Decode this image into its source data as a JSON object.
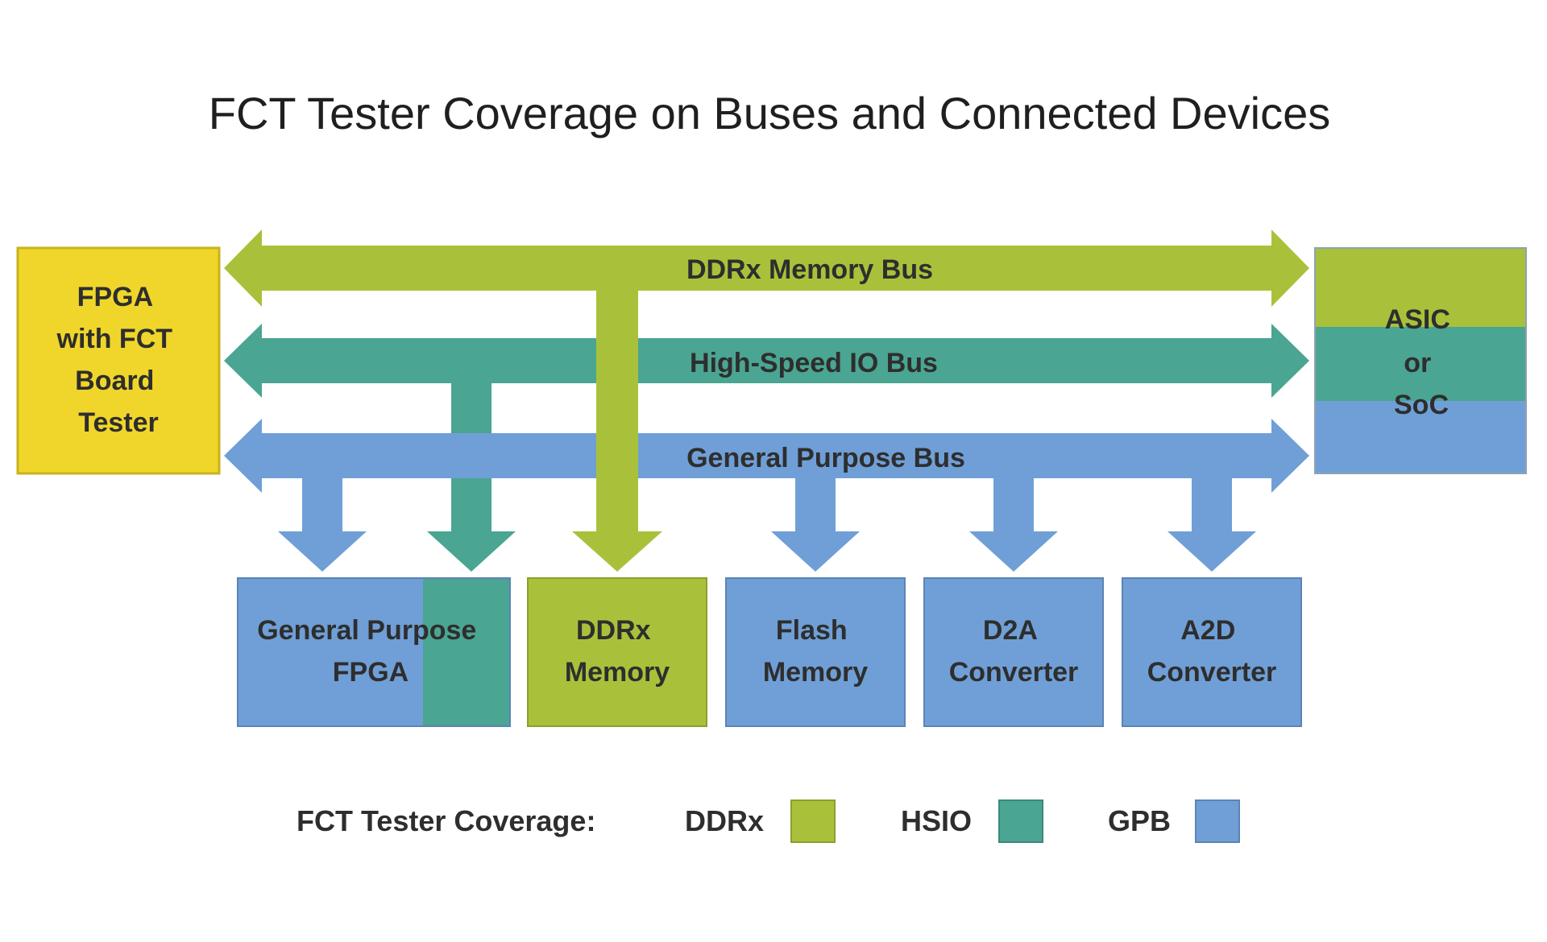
{
  "title": "FCT Tester Coverage on Buses and Connected Devices",
  "colors": {
    "fpga_tester": "#f0d62a",
    "ddrx": "#a9c13a",
    "hsio": "#4aa592",
    "gpb": "#6f9fd6"
  },
  "blocks": {
    "fpga_tester": [
      "FPGA",
      "with FCT",
      "Board",
      "Tester"
    ],
    "asic": [
      "ASIC",
      "or",
      "SoC"
    ]
  },
  "buses": {
    "ddrx": "DDRx Memory Bus",
    "hsio": "High-Speed IO Bus",
    "gpb": "General Purpose Bus"
  },
  "devices": {
    "gp_fpga": [
      "General Purpose",
      "FPGA"
    ],
    "ddrx_memory": [
      "DDRx",
      "Memory"
    ],
    "flash_memory": [
      "Flash",
      "Memory"
    ],
    "d2a": [
      "D2A",
      "Converter"
    ],
    "a2d": [
      "A2D",
      "Converter"
    ]
  },
  "legend": {
    "label": "FCT Tester Coverage:",
    "items": [
      {
        "label": "DDRx",
        "color": "#a9c13a"
      },
      {
        "label": "HSIO",
        "color": "#4aa592"
      },
      {
        "label": "GPB",
        "color": "#6f9fd6"
      }
    ]
  }
}
